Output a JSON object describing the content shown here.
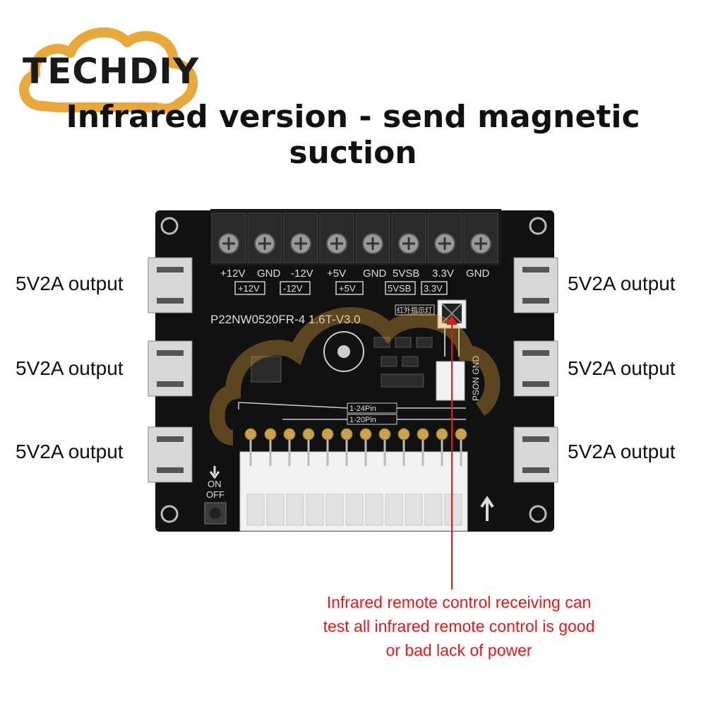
{
  "brand": {
    "name": "TECHDIY"
  },
  "headline": "Infrared version - send magnetic suction",
  "output_labels": {
    "left": [
      "5V2A output",
      "5V2A output",
      "5V2A output"
    ],
    "right": [
      "5V2A output",
      "5V2A output",
      "5V2A output"
    ]
  },
  "board": {
    "terminal_labels": [
      "+12V",
      "GND",
      "-12V",
      "+5V",
      "GND",
      "5VSB",
      "3.3V",
      "GND"
    ],
    "indicator_labels": [
      "+12V",
      "-12V",
      "+5V",
      "5VSB",
      "3.3V"
    ],
    "model": "P22NW0520FR-4 1.6T-V3.0",
    "ir_indicator_label": "红外指示灯",
    "pson_label": "PSON GND",
    "pin_24": "1-24Pin",
    "pin_20": "1-20Pin",
    "switch_on": "ON",
    "switch_off": "OFF"
  },
  "caption_lines": [
    "Infrared remote control receiving can",
    "test all infrared remote control is good",
    "or bad lack of power"
  ],
  "colors": {
    "pcb": "#111111",
    "logo_cloud": "#e9a83a",
    "caption_red": "#e31a1a",
    "connector_white": "#f2f2f2"
  }
}
